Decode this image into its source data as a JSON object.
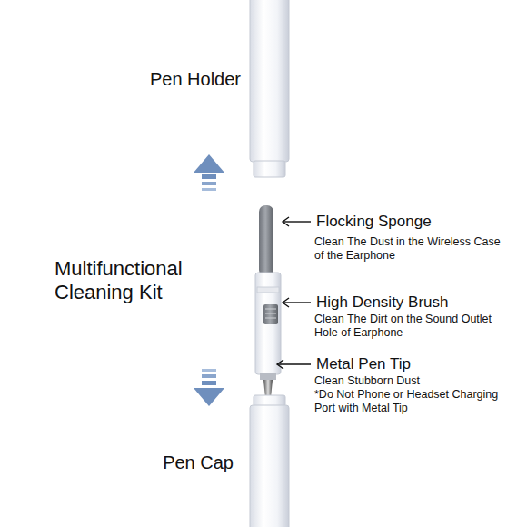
{
  "diagram": {
    "title": "Multifunctional Cleaning Kit",
    "labels": [
      "Pen Holder",
      "Flocking Sponge",
      "Clean The Dust in the Wireless Case of the Earphone",
      "High Density Brush",
      "Clean The Dirt on the Sound Outlet Hole of Earphone",
      "Metal Pen Tip",
      "Clean Stubborn Dust",
      "*Do Not Phone or Headset Charging Port with Metal Tip",
      "Pen Cap"
    ]
  }
}
